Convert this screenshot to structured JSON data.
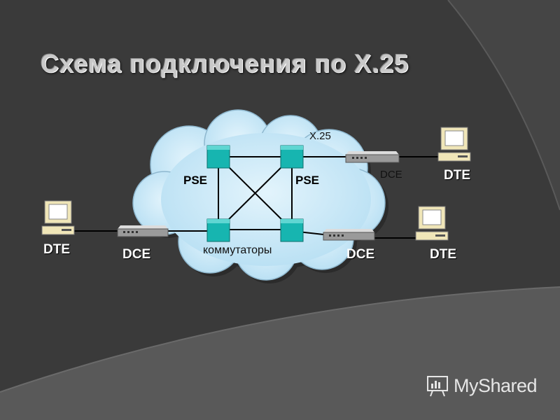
{
  "slide": {
    "title": "Схема подключения по X.25"
  },
  "diagram": {
    "network_label": "X.25",
    "switches_label": "коммутаторы",
    "pse_labels": [
      "PSE",
      "PSE"
    ],
    "devices": {
      "left_dte": "DTE",
      "left_dce": "DCE",
      "top_right_dce": "DCE",
      "top_right_dte": "DTE",
      "bottom_right_dce": "DCE",
      "bottom_right_dte": "DTE"
    },
    "colors": {
      "cloud_fill": "#c9e7f7",
      "switch_fill": "#17b5b0",
      "background": "#3a3a3a"
    }
  },
  "watermark": {
    "text": "MyShared",
    "icon": "presentation-board-icon"
  }
}
